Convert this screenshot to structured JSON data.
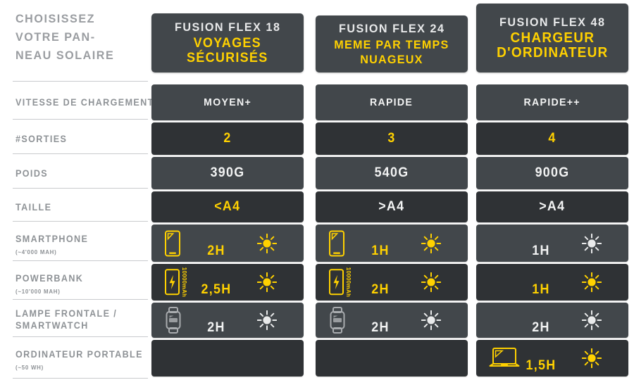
{
  "headline": {
    "lines": [
      "CHOISISSEZ",
      "VOTRE PAN-",
      "NEAU SOLAIRE"
    ]
  },
  "colors": {
    "accent": "#ffd100",
    "card_light": "#42474b",
    "card_dark": "#2f3235",
    "label": "#8e9296",
    "value_white": "#f2f3f3",
    "page_bg": "#ffffff"
  },
  "columns": [
    {
      "model": "FUSION FLEX 18",
      "tagline": [
        "VOYAGES",
        "SÉCURISÉS"
      ]
    },
    {
      "model": "FUSION FLEX 24",
      "tagline": [
        "MEME PAR TEMPS",
        "NUAGEUX"
      ]
    },
    {
      "model": "FUSION FLEX 48",
      "tagline": [
        "CHARGEUR",
        "D'ORDINATEUR"
      ]
    }
  ],
  "rows": [
    {
      "label": "VITESSE DE CHARGEMENT",
      "sublabel": "",
      "cells": [
        {
          "text": "MOYEN+",
          "highlight": false
        },
        {
          "text": "RAPIDE",
          "highlight": false
        },
        {
          "text": "RAPIDE++",
          "highlight": false
        }
      ]
    },
    {
      "label": "#SORTIES",
      "sublabel": "",
      "cells": [
        {
          "text": "2",
          "highlight": true
        },
        {
          "text": "3",
          "highlight": true
        },
        {
          "text": "4",
          "highlight": true
        }
      ]
    },
    {
      "label": "POIDS",
      "sublabel": "",
      "cells": [
        {
          "text": "390G",
          "highlight": false
        },
        {
          "text": "540G",
          "highlight": false
        },
        {
          "text": "900G",
          "highlight": false
        }
      ]
    },
    {
      "label": "TAILLE",
      "sublabel": "",
      "cells": [
        {
          "text": "<A4",
          "highlight": true
        },
        {
          "text": ">A4",
          "highlight": false
        },
        {
          "text": ">A4",
          "highlight": false
        }
      ]
    },
    {
      "label": "SMARTPHONE",
      "sublabel": "(~4'000 MAH)",
      "cells": [
        {
          "text": "2H",
          "highlight": true,
          "icon": "smartphone-icon",
          "icon_on": true,
          "sun": "full"
        },
        {
          "text": "1H",
          "highlight": true,
          "icon": "smartphone-icon",
          "icon_on": true,
          "sun": "full"
        },
        {
          "text": "1H",
          "highlight": false,
          "icon": "",
          "icon_on": false,
          "sun": "pale"
        }
      ]
    },
    {
      "label": "POWERBANK",
      "sublabel": "(~10'000 MAH)",
      "cells": [
        {
          "text": "2,5H",
          "highlight": true,
          "icon": "powerbank-icon",
          "icon_on": true,
          "icon_caption": "10000mAh",
          "sun": "full"
        },
        {
          "text": "2H",
          "highlight": true,
          "icon": "powerbank-icon",
          "icon_on": true,
          "icon_caption": "10000mAh",
          "sun": "full"
        },
        {
          "text": "1H",
          "highlight": true,
          "icon": "",
          "icon_on": false,
          "icon_caption": "",
          "sun": "full"
        }
      ]
    },
    {
      "label": "LAMPE FRONTALE /",
      "label2": "SMARTWATCH",
      "sublabel": "",
      "cells": [
        {
          "text": "2H",
          "highlight": false,
          "icon": "smartwatch-icon",
          "icon_on": false,
          "sun": "pale"
        },
        {
          "text": "2H",
          "highlight": false,
          "icon": "smartwatch-icon",
          "icon_on": false,
          "sun": "pale"
        },
        {
          "text": "2H",
          "highlight": false,
          "icon": "",
          "icon_on": false,
          "sun": "pale"
        }
      ]
    },
    {
      "label": "ORDINATEUR PORTABLE",
      "sublabel": "(~50 WH)",
      "cells": [
        {
          "text": "",
          "highlight": false,
          "icon": "",
          "icon_on": false,
          "sun": "none"
        },
        {
          "text": "",
          "highlight": false,
          "icon": "",
          "icon_on": false,
          "sun": "none"
        },
        {
          "text": "1,5H",
          "highlight": true,
          "icon": "laptop-icon",
          "icon_on": true,
          "sun": "full"
        }
      ]
    }
  ]
}
